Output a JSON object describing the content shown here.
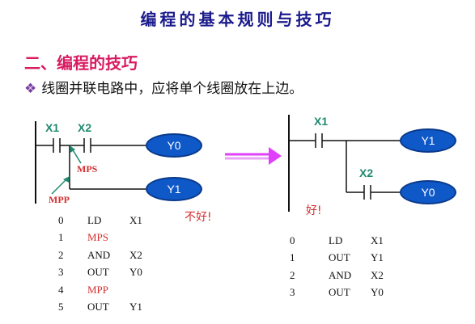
{
  "title": "编程的基本规则与技巧",
  "section": "二、编程的技巧",
  "bullet": "线圈并联电路中，应将单个线圈放在上边。",
  "colors": {
    "accent_title": "#1a1a8c",
    "section": "#d81b60",
    "coil_fill": "#0f58c8",
    "label_green": "#1f8a70",
    "warn_red": "#d32f2f",
    "arrow_magenta": "#e040fb"
  },
  "left_diagram": {
    "contacts": [
      "X1",
      "X2"
    ],
    "coils": [
      "Y0",
      "Y1"
    ],
    "markers": [
      "MPS",
      "MPP"
    ],
    "verdict": "不好!"
  },
  "right_diagram": {
    "contacts": [
      "X1",
      "X2"
    ],
    "coils": [
      "Y1",
      "Y0"
    ],
    "verdict": "好!"
  },
  "left_program": [
    {
      "step": "0",
      "op": "LD",
      "arg": "X1",
      "highlight": false
    },
    {
      "step": "1",
      "op": "MPS",
      "arg": "",
      "highlight": true
    },
    {
      "step": "2",
      "op": "AND",
      "arg": "X2",
      "highlight": false
    },
    {
      "step": "3",
      "op": "OUT",
      "arg": "Y0",
      "highlight": false
    },
    {
      "step": "4",
      "op": "MPP",
      "arg": "",
      "highlight": true
    },
    {
      "step": "5",
      "op": "OUT",
      "arg": "Y1",
      "highlight": false
    }
  ],
  "right_program": [
    {
      "step": "0",
      "op": "LD",
      "arg": "X1",
      "highlight": false
    },
    {
      "step": "1",
      "op": "OUT",
      "arg": "Y1",
      "highlight": false
    },
    {
      "step": "2",
      "op": "AND",
      "arg": "X2",
      "highlight": false
    },
    {
      "step": "3",
      "op": "OUT",
      "arg": "Y0",
      "highlight": false
    }
  ]
}
